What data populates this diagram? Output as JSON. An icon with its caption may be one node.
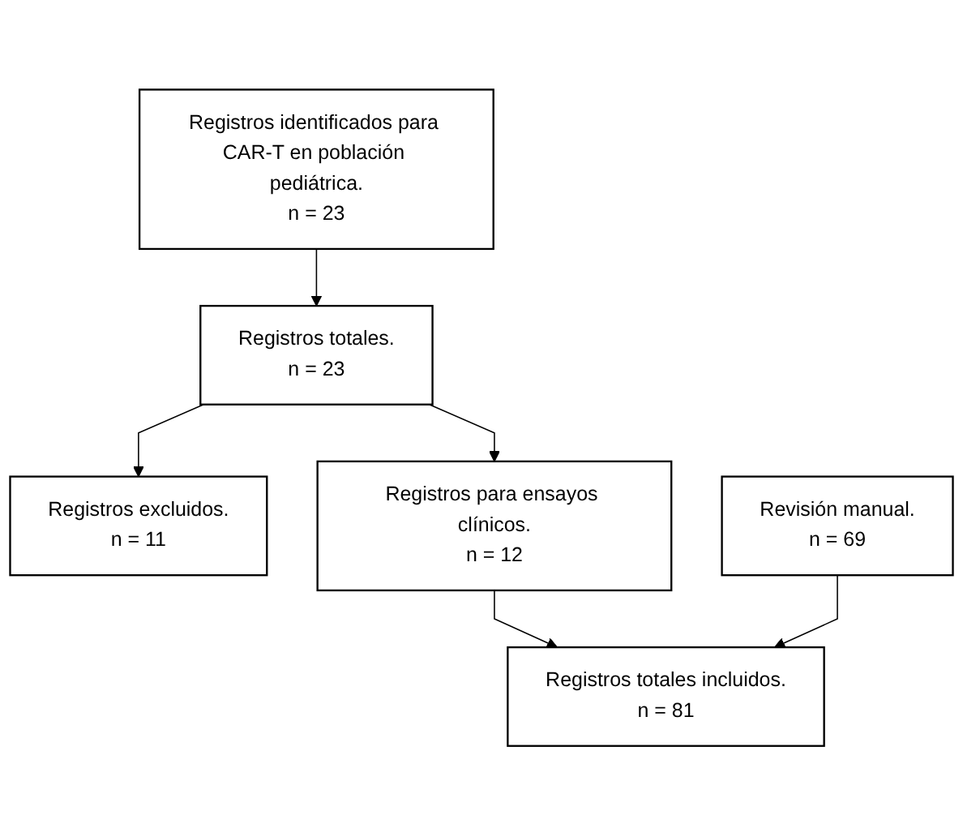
{
  "diagram": {
    "nodes": [
      {
        "text": [
          "Registros identificados para CAR-T en población pediátrica.",
          "n = 23"
        ]
      },
      {
        "text": [
          "Registros totales.",
          "n = 23"
        ]
      },
      {
        "text": [
          "Registros excluidos.",
          "n = 11"
        ]
      },
      {
        "text": [
          "Registros para ensayos clínicos.",
          "n = 12"
        ]
      },
      {
        "text": [
          "Revisión manual.",
          "n = 69"
        ]
      },
      {
        "text": [
          "Registros totales incluidos.",
          "n = 81"
        ]
      }
    ],
    "edges": [
      {
        "from": 0,
        "to": 1,
        "arrow": "to"
      },
      {
        "from": 1,
        "to": 2,
        "arrow": "to"
      },
      {
        "from": 1,
        "to": 3,
        "arrow": "to"
      },
      {
        "from": 3,
        "to": 5,
        "arrow": "to"
      },
      {
        "from": 4,
        "to": 5,
        "arrow": "to"
      }
    ]
  }
}
